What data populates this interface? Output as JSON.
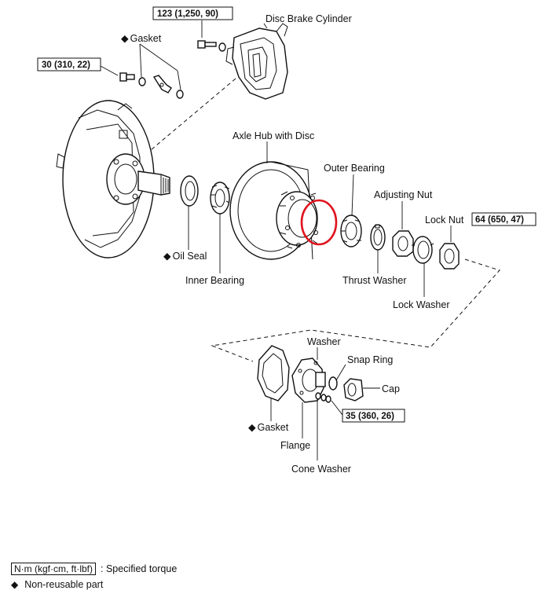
{
  "labels": {
    "disc_brake_cylinder": "Disc Brake Cylinder",
    "gasket_top": "Gasket",
    "axle_hub_with_disc": "Axle Hub with Disc",
    "outer_bearing": "Outer Bearing",
    "adjusting_nut": "Adjusting Nut",
    "lock_nut": "Lock Nut",
    "oil_seal": "Oil Seal",
    "inner_bearing": "Inner Bearing",
    "thrust_washer": "Thrust Washer",
    "lock_washer": "Lock Washer",
    "washer": "Washer",
    "snap_ring": "Snap Ring",
    "cap": "Cap",
    "gasket_bottom": "Gasket",
    "flange": "Flange",
    "cone_washer": "Cone Washer"
  },
  "torques": {
    "caliper_bolt": "123 (1,250, 90)",
    "backing_plate_bolt": "30 (310, 22)",
    "lock_nut": "64 (650, 47)",
    "flange_nut": "35 (360, 26)"
  },
  "non_reusable_marker": "◆",
  "legend": {
    "torque_unit": "N·m (kgf·cm, ft·lbf)",
    "torque_desc": ": Specified torque",
    "marker": "◆",
    "non_reusable_desc": "Non-reusable part"
  },
  "colors": {
    "highlight": "#e0141e",
    "line": "#111111"
  }
}
